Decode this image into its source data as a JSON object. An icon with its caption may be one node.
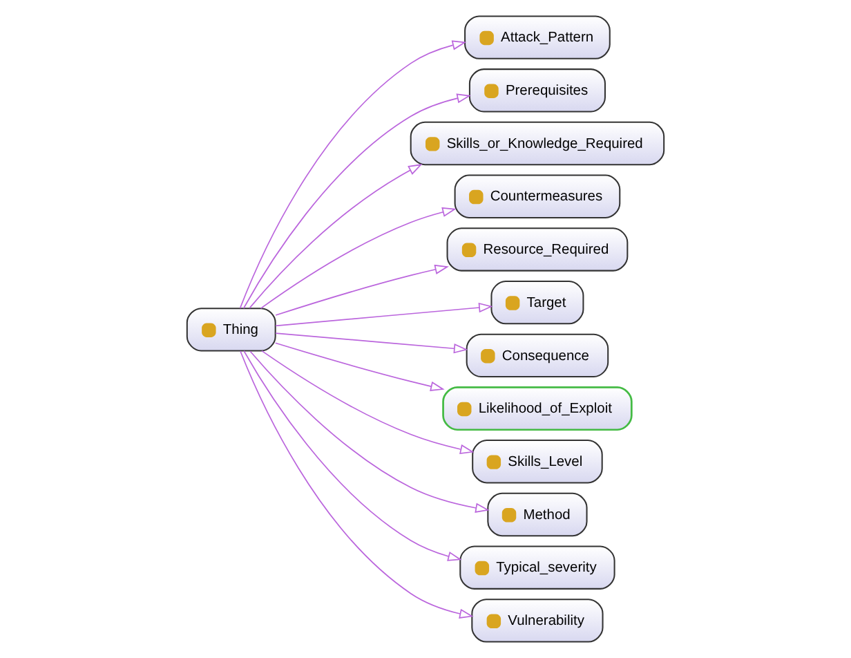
{
  "diagram": {
    "nodes": [
      {
        "text": [
          "Attack_Pattern"
        ]
      },
      {
        "text": [
          "Prerequisites"
        ]
      },
      {
        "text": [
          "Skills_or_Knowledge_Required"
        ]
      },
      {
        "text": [
          "Countermeasures"
        ]
      },
      {
        "text": [
          "Resource_Required"
        ]
      },
      {
        "text": [
          "Target"
        ]
      },
      {
        "text": [
          "Thing"
        ]
      },
      {
        "text": [
          "Consequence"
        ]
      },
      {
        "text": [
          "Likelihood_of_Exploit"
        ]
      },
      {
        "text": [
          "Skills_Level"
        ]
      },
      {
        "text": [
          "Method"
        ]
      },
      {
        "text": [
          "Typical_severity"
        ]
      },
      {
        "text": [
          "Vulnerability"
        ]
      }
    ],
    "edges": [
      {
        "from": 6,
        "to": 0,
        "arrow": "to"
      },
      {
        "from": 6,
        "to": 1,
        "arrow": "to"
      },
      {
        "from": 6,
        "to": 2,
        "arrow": "to"
      },
      {
        "from": 6,
        "to": 3,
        "arrow": "to"
      },
      {
        "from": 6,
        "to": 4,
        "arrow": "to"
      },
      {
        "from": 6,
        "to": 5,
        "arrow": "to"
      },
      {
        "from": 6,
        "to": 7,
        "arrow": "to"
      },
      {
        "from": 6,
        "to": 8,
        "arrow": "to"
      },
      {
        "from": 6,
        "to": 9,
        "arrow": "to"
      },
      {
        "from": 6,
        "to": 10,
        "arrow": "to"
      },
      {
        "from": 6,
        "to": 11,
        "arrow": "to"
      },
      {
        "from": 6,
        "to": 12,
        "arrow": "to"
      }
    ]
  }
}
